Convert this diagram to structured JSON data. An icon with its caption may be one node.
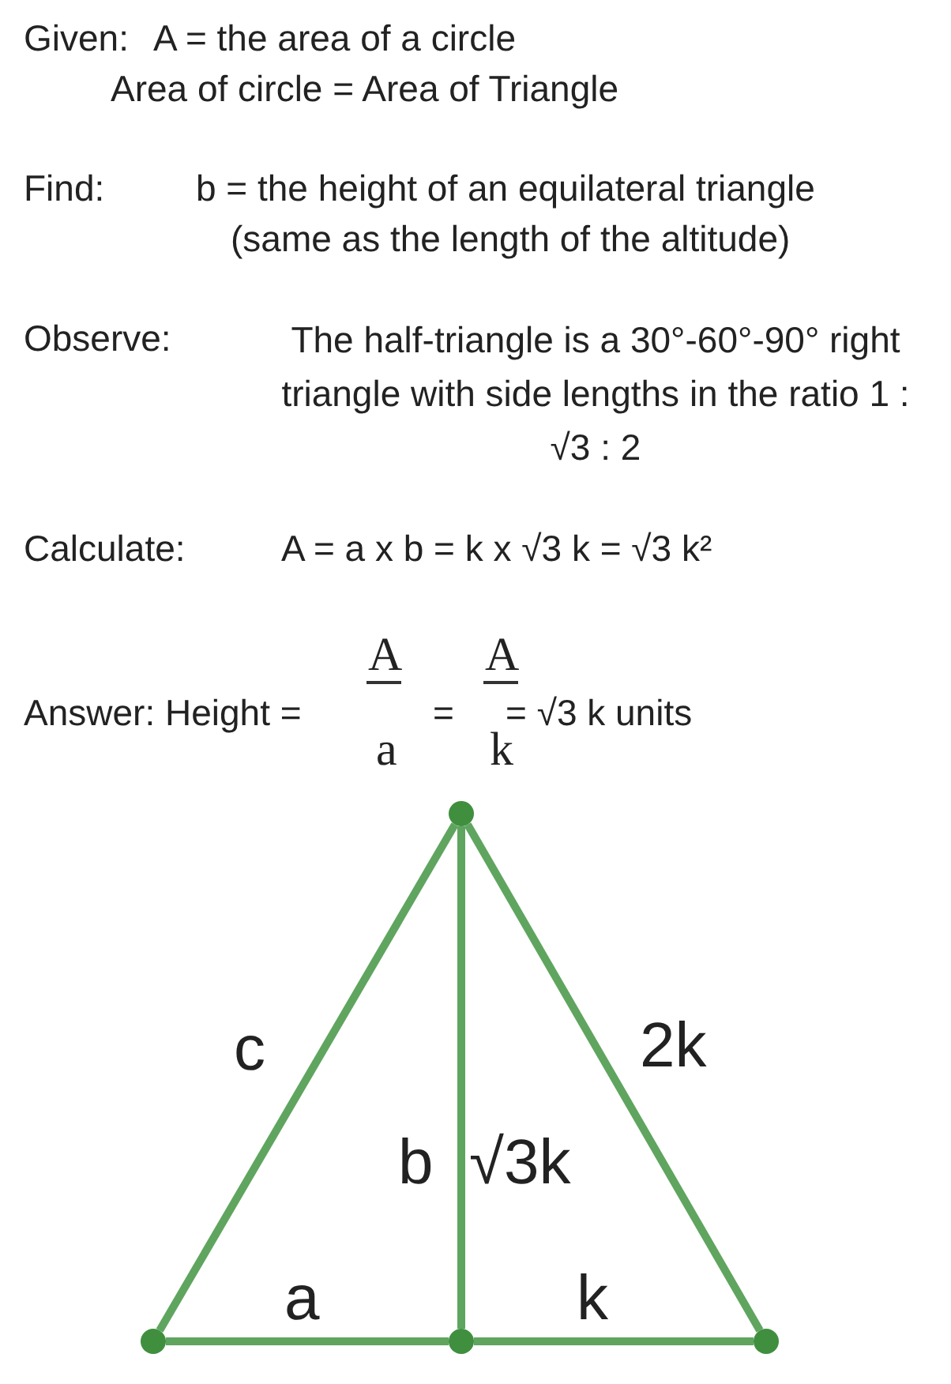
{
  "diagram": {
    "nodes": [
      {
        "text": [],
        "shape": "circle"
      },
      {
        "text": [],
        "shape": "circle"
      },
      {
        "text": [],
        "shape": "circle"
      },
      {
        "text": [],
        "shape": "circle"
      }
    ],
    "edges": [
      {
        "from": 0,
        "to": 1,
        "arrow": "none",
        "label": "c"
      },
      {
        "from": 0,
        "to": 3,
        "arrow": "none",
        "label": "2k"
      },
      {
        "from": 0,
        "to": 2,
        "arrow": "none",
        "label": "b"
      },
      {
        "from": 1,
        "to": 2,
        "arrow": "none",
        "label": "a"
      },
      {
        "from": 2,
        "to": 3,
        "arrow": "none",
        "label": "k"
      }
    ],
    "labels": [
      "Given:",
      "A = the area of a circle",
      "Area of circle = Area of Triangle",
      "Find:",
      "b = the height of an equilateral triangle",
      "(same as the length of the altitude)",
      "Observe:",
      "The half-triangle is a 30°-60°-90° right triangle with side lengths in the ratio 1 : √3 : 2",
      "Calculate:",
      "A = a x b = k x √3 k = √3 k²",
      "Answer: Height =",
      "A",
      "a",
      "=",
      "A",
      "k",
      "= √3 k units",
      "√3k"
    ]
  }
}
